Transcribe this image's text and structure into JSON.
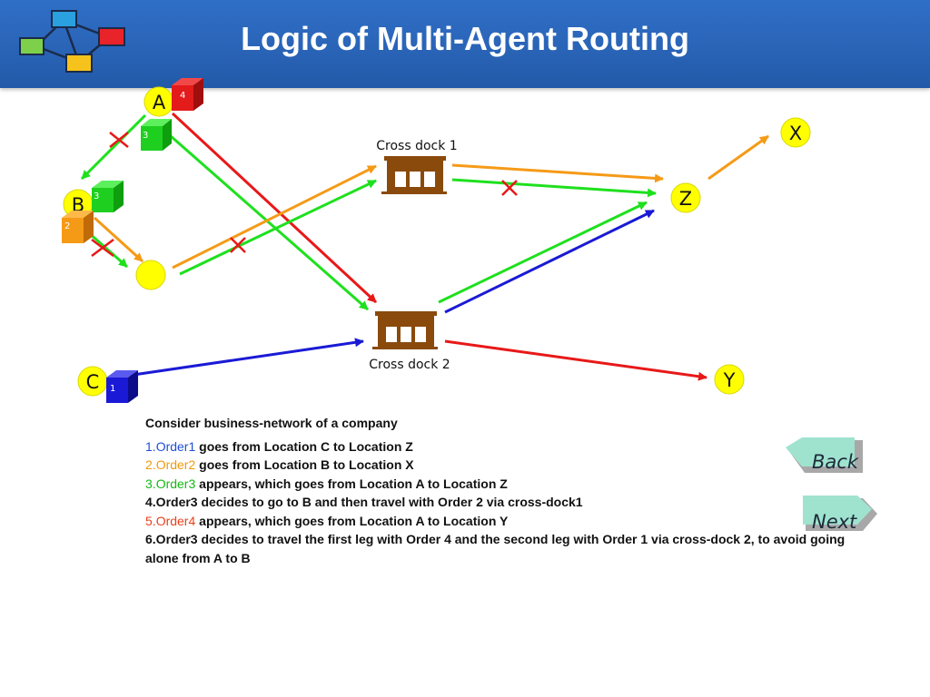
{
  "title": "Logic of Multi-Agent Routing",
  "locations": {
    "A": "A",
    "B": "B",
    "C": "C",
    "X": "X",
    "Y": "Y",
    "Z": "Z"
  },
  "crossdocks": {
    "cd1": "Cross dock 1",
    "cd2": "Cross dock 2"
  },
  "orders": {
    "o1": "1",
    "o2": "2",
    "o3": "3",
    "o4": "4"
  },
  "colors": {
    "order1": "#1a1ad6",
    "order2": "#f59a17",
    "order3": "#1ee01e",
    "order4": "#e81818",
    "marker": "#ffff00",
    "crossdock": "#8a4a0c",
    "header": "#2a64b7"
  },
  "description": {
    "intro": "Consider business-network of a company",
    "items": [
      {
        "num": "1.",
        "name": "Order1",
        "text": " goes from Location C to Location Z"
      },
      {
        "num": "2.",
        "name": "Order2",
        "text": " goes from Location B to Location X"
      },
      {
        "num": "3.",
        "name": "Order3",
        "text": " appears, which goes from Location A to Location Z"
      },
      {
        "text": "4.Order3 decides to go to B and then travel with Order 2 via cross-dock1"
      },
      {
        "num": "5.",
        "name": "Order4",
        "text": " appears, which goes from Location A to Location Y"
      },
      {
        "text": "6.Order3 decides to travel the first leg with  Order 4 and the second leg with Order 1 via cross-dock 2, to avoid going alone from A to B"
      }
    ]
  },
  "nav": {
    "back": "Back",
    "next": "Next"
  }
}
